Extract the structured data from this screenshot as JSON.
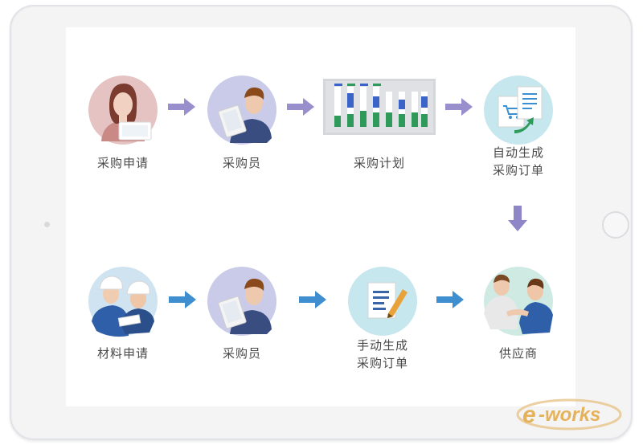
{
  "diagram": {
    "top_row": [
      {
        "label": "采购申请"
      },
      {
        "label": "采购员"
      },
      {
        "label": "采购计划"
      },
      {
        "label_line1": "自动生成",
        "label_line2": "采购订单"
      }
    ],
    "bottom_row": [
      {
        "label": "材料申请"
      },
      {
        "label": "采购员"
      },
      {
        "label_line1": "手动生成",
        "label_line2": "采购订单"
      },
      {
        "label": "供应商"
      }
    ],
    "colors": {
      "arrow_top": "#9a8fcd",
      "arrow_down": "#8f86c8",
      "arrow_bottom": "#3f8fd0",
      "circle_pink": "#e7c4c4",
      "circle_lavender": "#c9cbe8",
      "circle_teal": "#c7e7ee"
    }
  },
  "watermark": {
    "text": "e-works"
  }
}
